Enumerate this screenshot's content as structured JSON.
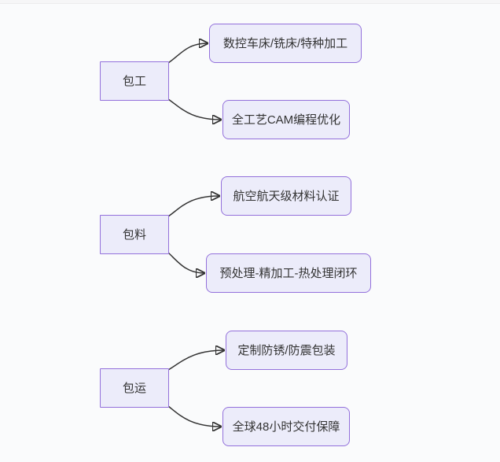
{
  "page": {
    "background_color": "#fafbfc"
  },
  "diagram": {
    "style": {
      "node_fill": "#ececfa",
      "node_border": "#9370db",
      "edge_color": "#333333",
      "text_color": "#333333"
    },
    "groups": [
      {
        "parent": {
          "label": "包工"
        },
        "children": [
          {
            "label": "数控车床/铣床/特种加工"
          },
          {
            "label": "全工艺CAM编程优化"
          }
        ]
      },
      {
        "parent": {
          "label": "包料"
        },
        "children": [
          {
            "label": "航空航天级材料认证"
          },
          {
            "label": "预处理-精加工-热处理闭环"
          }
        ]
      },
      {
        "parent": {
          "label": "包运"
        },
        "children": [
          {
            "label": "定制防锈/防震包装"
          },
          {
            "label": "全球48小时交付保障"
          }
        ]
      }
    ],
    "edges": [
      {
        "from": "包工",
        "to": "数控车床/铣床/特种加工"
      },
      {
        "from": "包工",
        "to": "全工艺CAM编程优化"
      },
      {
        "from": "包料",
        "to": "航空航天级材料认证"
      },
      {
        "from": "包料",
        "to": "预处理-精加工-热处理闭环"
      },
      {
        "from": "包运",
        "to": "定制防锈/防震包装"
      },
      {
        "from": "包运",
        "to": "全球48小时交付保障"
      }
    ]
  }
}
